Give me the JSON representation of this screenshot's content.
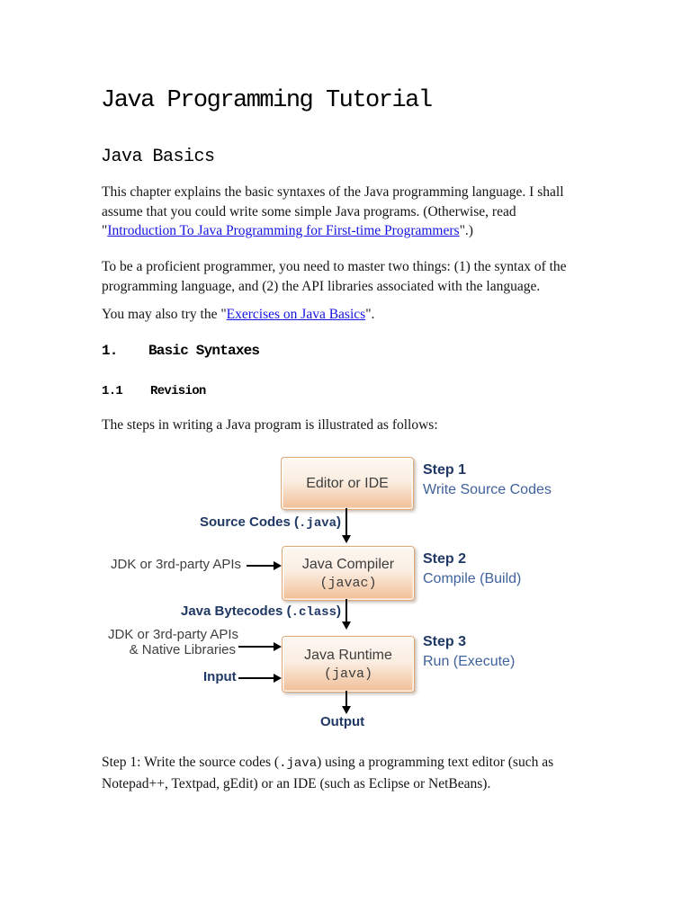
{
  "doc": {
    "title": "Java Programming Tutorial",
    "section_heading": "Java Basics",
    "intro": {
      "before_link": "This chapter explains the basic syntaxes of the Java programming language. I shall assume that you could write some simple Java programs. (Otherwise, read \"",
      "link": "Introduction To Java Programming for First-time Programmers",
      "after_link": "\".)"
    },
    "proficient": "To be a proficient programmer, you need to master two things: (1) the syntax of the programming language, and (2) the API libraries associated with the language.",
    "exercises": {
      "before_link": "You may also try the \"",
      "link": "Exercises on Java Basics",
      "after_link": "\"."
    },
    "sec1": {
      "number": "1.",
      "title": "Basic Syntaxes"
    },
    "sec11": {
      "number": "1.1",
      "title": "Revision"
    },
    "steps_intro": "The steps in writing a Java program is illustrated as follows:",
    "step1_para": {
      "before_code": "Step 1: Write the source codes (",
      "code": ".java",
      "after_code": ") using a programming text editor (such as Notepad++, Textpad, gEdit) or an IDE (such as Eclipse or NetBeans)."
    }
  },
  "diagram": {
    "boxes": {
      "editor": "Editor or IDE",
      "compiler_line1": "Java Compiler",
      "compiler_line2": "(javac)",
      "runtime_line1": "Java Runtime",
      "runtime_line2": "(java)"
    },
    "steps": {
      "s1": {
        "title": "Step 1",
        "desc": "Write Source Codes"
      },
      "s2": {
        "title": "Step 2",
        "desc": "Compile (Build)"
      },
      "s3": {
        "title": "Step 3",
        "desc": "Run (Execute)"
      }
    },
    "labels": {
      "source_before": "Source Codes (",
      "source_code": ".java",
      "source_after": ")",
      "bytecode_before": "Java Bytecodes (",
      "bytecode_code": ".class",
      "bytecode_after": ")",
      "apis1": "JDK or 3rd-party APIs",
      "apis2_line1": "JDK or 3rd-party APIs",
      "apis2_line2": "& Native Libraries",
      "input": "Input",
      "output": "Output"
    },
    "colors": {
      "navy": "#1f3864",
      "step_blue": "#40629b",
      "box_border": "#dfa878",
      "box_fill_top": "#fdf8f2",
      "box_fill_bottom": "#f1be95",
      "link_blue": "#1414e8"
    }
  }
}
